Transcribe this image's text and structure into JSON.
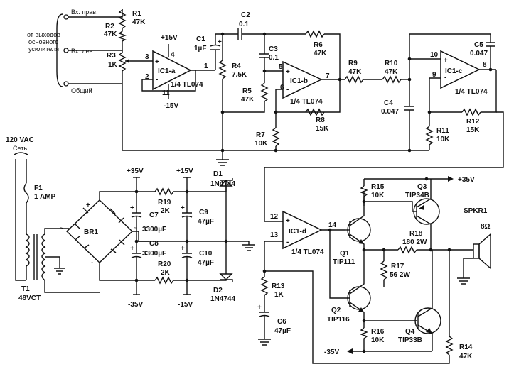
{
  "inputs": {
    "right": "Вх. прав.",
    "left": "Вх. лев.",
    "common": "Общий",
    "source_line1": "от выходов",
    "source_line2": "основного",
    "source_line3": "усилителя"
  },
  "components": {
    "r1": {
      "ref": "R1",
      "value": "47K"
    },
    "r2": {
      "ref": "R2",
      "value": "47K"
    },
    "r3": {
      "ref": "R3",
      "value": "1K"
    },
    "r4": {
      "ref": "R4",
      "value": "7.5K"
    },
    "r5": {
      "ref": "R5",
      "value": "47K"
    },
    "r6": {
      "ref": "R6",
      "value": "47K"
    },
    "r7": {
      "ref": "R7",
      "value": "10K"
    },
    "r8": {
      "ref": "R8",
      "value": "15K"
    },
    "r9": {
      "ref": "R9",
      "value": "47K"
    },
    "r10": {
      "ref": "R10",
      "value": "47K"
    },
    "r11": {
      "ref": "R11",
      "value": "10K"
    },
    "r12": {
      "ref": "R12",
      "value": "15K"
    },
    "r13": {
      "ref": "R13",
      "value": "1K"
    },
    "r14": {
      "ref": "R14",
      "value": "47K"
    },
    "r15": {
      "ref": "R15",
      "value": "10K"
    },
    "r16": {
      "ref": "R16",
      "value": "10K"
    },
    "r17": {
      "ref": "R17",
      "value": "56 2W"
    },
    "r18": {
      "ref": "R18",
      "value": "180 2W"
    },
    "r19": {
      "ref": "R19",
      "value": "2K"
    },
    "r20": {
      "ref": "R20",
      "value": "2K"
    },
    "c1": {
      "ref": "C1",
      "value": "1µF"
    },
    "c2": {
      "ref": "C2",
      "value": "0.1"
    },
    "c3": {
      "ref": "C3",
      "value": "0.1"
    },
    "c4": {
      "ref": "C4",
      "value": "0.047"
    },
    "c5": {
      "ref": "C5",
      "value": "0.047"
    },
    "c6": {
      "ref": "C6",
      "value": "47µF"
    },
    "c7": {
      "ref": "C7",
      "value": "3300µF"
    },
    "c8": {
      "ref": "C8",
      "value": "3300µF"
    },
    "c9": {
      "ref": "C9",
      "value": "47µF"
    },
    "c10": {
      "ref": "C10",
      "value": "47µF"
    },
    "ic1a": {
      "ref": "IC1-a",
      "part": "1/4 TL074"
    },
    "ic1b": {
      "ref": "IC1-b",
      "part": "1/4 TL074"
    },
    "ic1c": {
      "ref": "IC1-c",
      "part": "1/4 TL074"
    },
    "ic1d": {
      "ref": "IC1-d",
      "part": "1/4 TL074"
    },
    "q1": {
      "ref": "Q1",
      "part": "TIP111"
    },
    "q2": {
      "ref": "Q2",
      "part": "TIP116"
    },
    "q3": {
      "ref": "Q3",
      "part": "TIP34B"
    },
    "q4": {
      "ref": "Q4",
      "part": "TIP33B"
    },
    "d1": {
      "ref": "D1",
      "part": "1N4744"
    },
    "d2": {
      "ref": "D2",
      "part": "1N4744"
    },
    "br1": {
      "ref": "BR1"
    },
    "f1": {
      "ref": "F1",
      "value": "1 AMP"
    },
    "t1": {
      "ref": "T1",
      "value": "48VCT"
    },
    "spkr": {
      "ref": "SPKR1",
      "value": "8Ω"
    }
  },
  "pins": {
    "p1": "1",
    "p2": "2",
    "p3": "3",
    "p4": "4",
    "p5": "5",
    "p6": "6",
    "p7": "7",
    "p8": "8",
    "p9": "9",
    "p10": "10",
    "p11": "11",
    "p12": "12",
    "p13": "13",
    "p14": "14"
  },
  "rails": {
    "p15": "+15V",
    "n15": "-15V",
    "p35": "+35V",
    "n35": "-35V",
    "p35_out": "+35V",
    "n35_out": "-35V",
    "p15_sup": "+15V",
    "n15_sup": "-15V",
    "p35_sup": "+35V",
    "n35_sup": "-35V"
  },
  "mains": {
    "voltage": "120 VAC",
    "label": "Сеть"
  },
  "symbols": {
    "plus": "+",
    "minus": "-",
    "tilde": "~"
  }
}
